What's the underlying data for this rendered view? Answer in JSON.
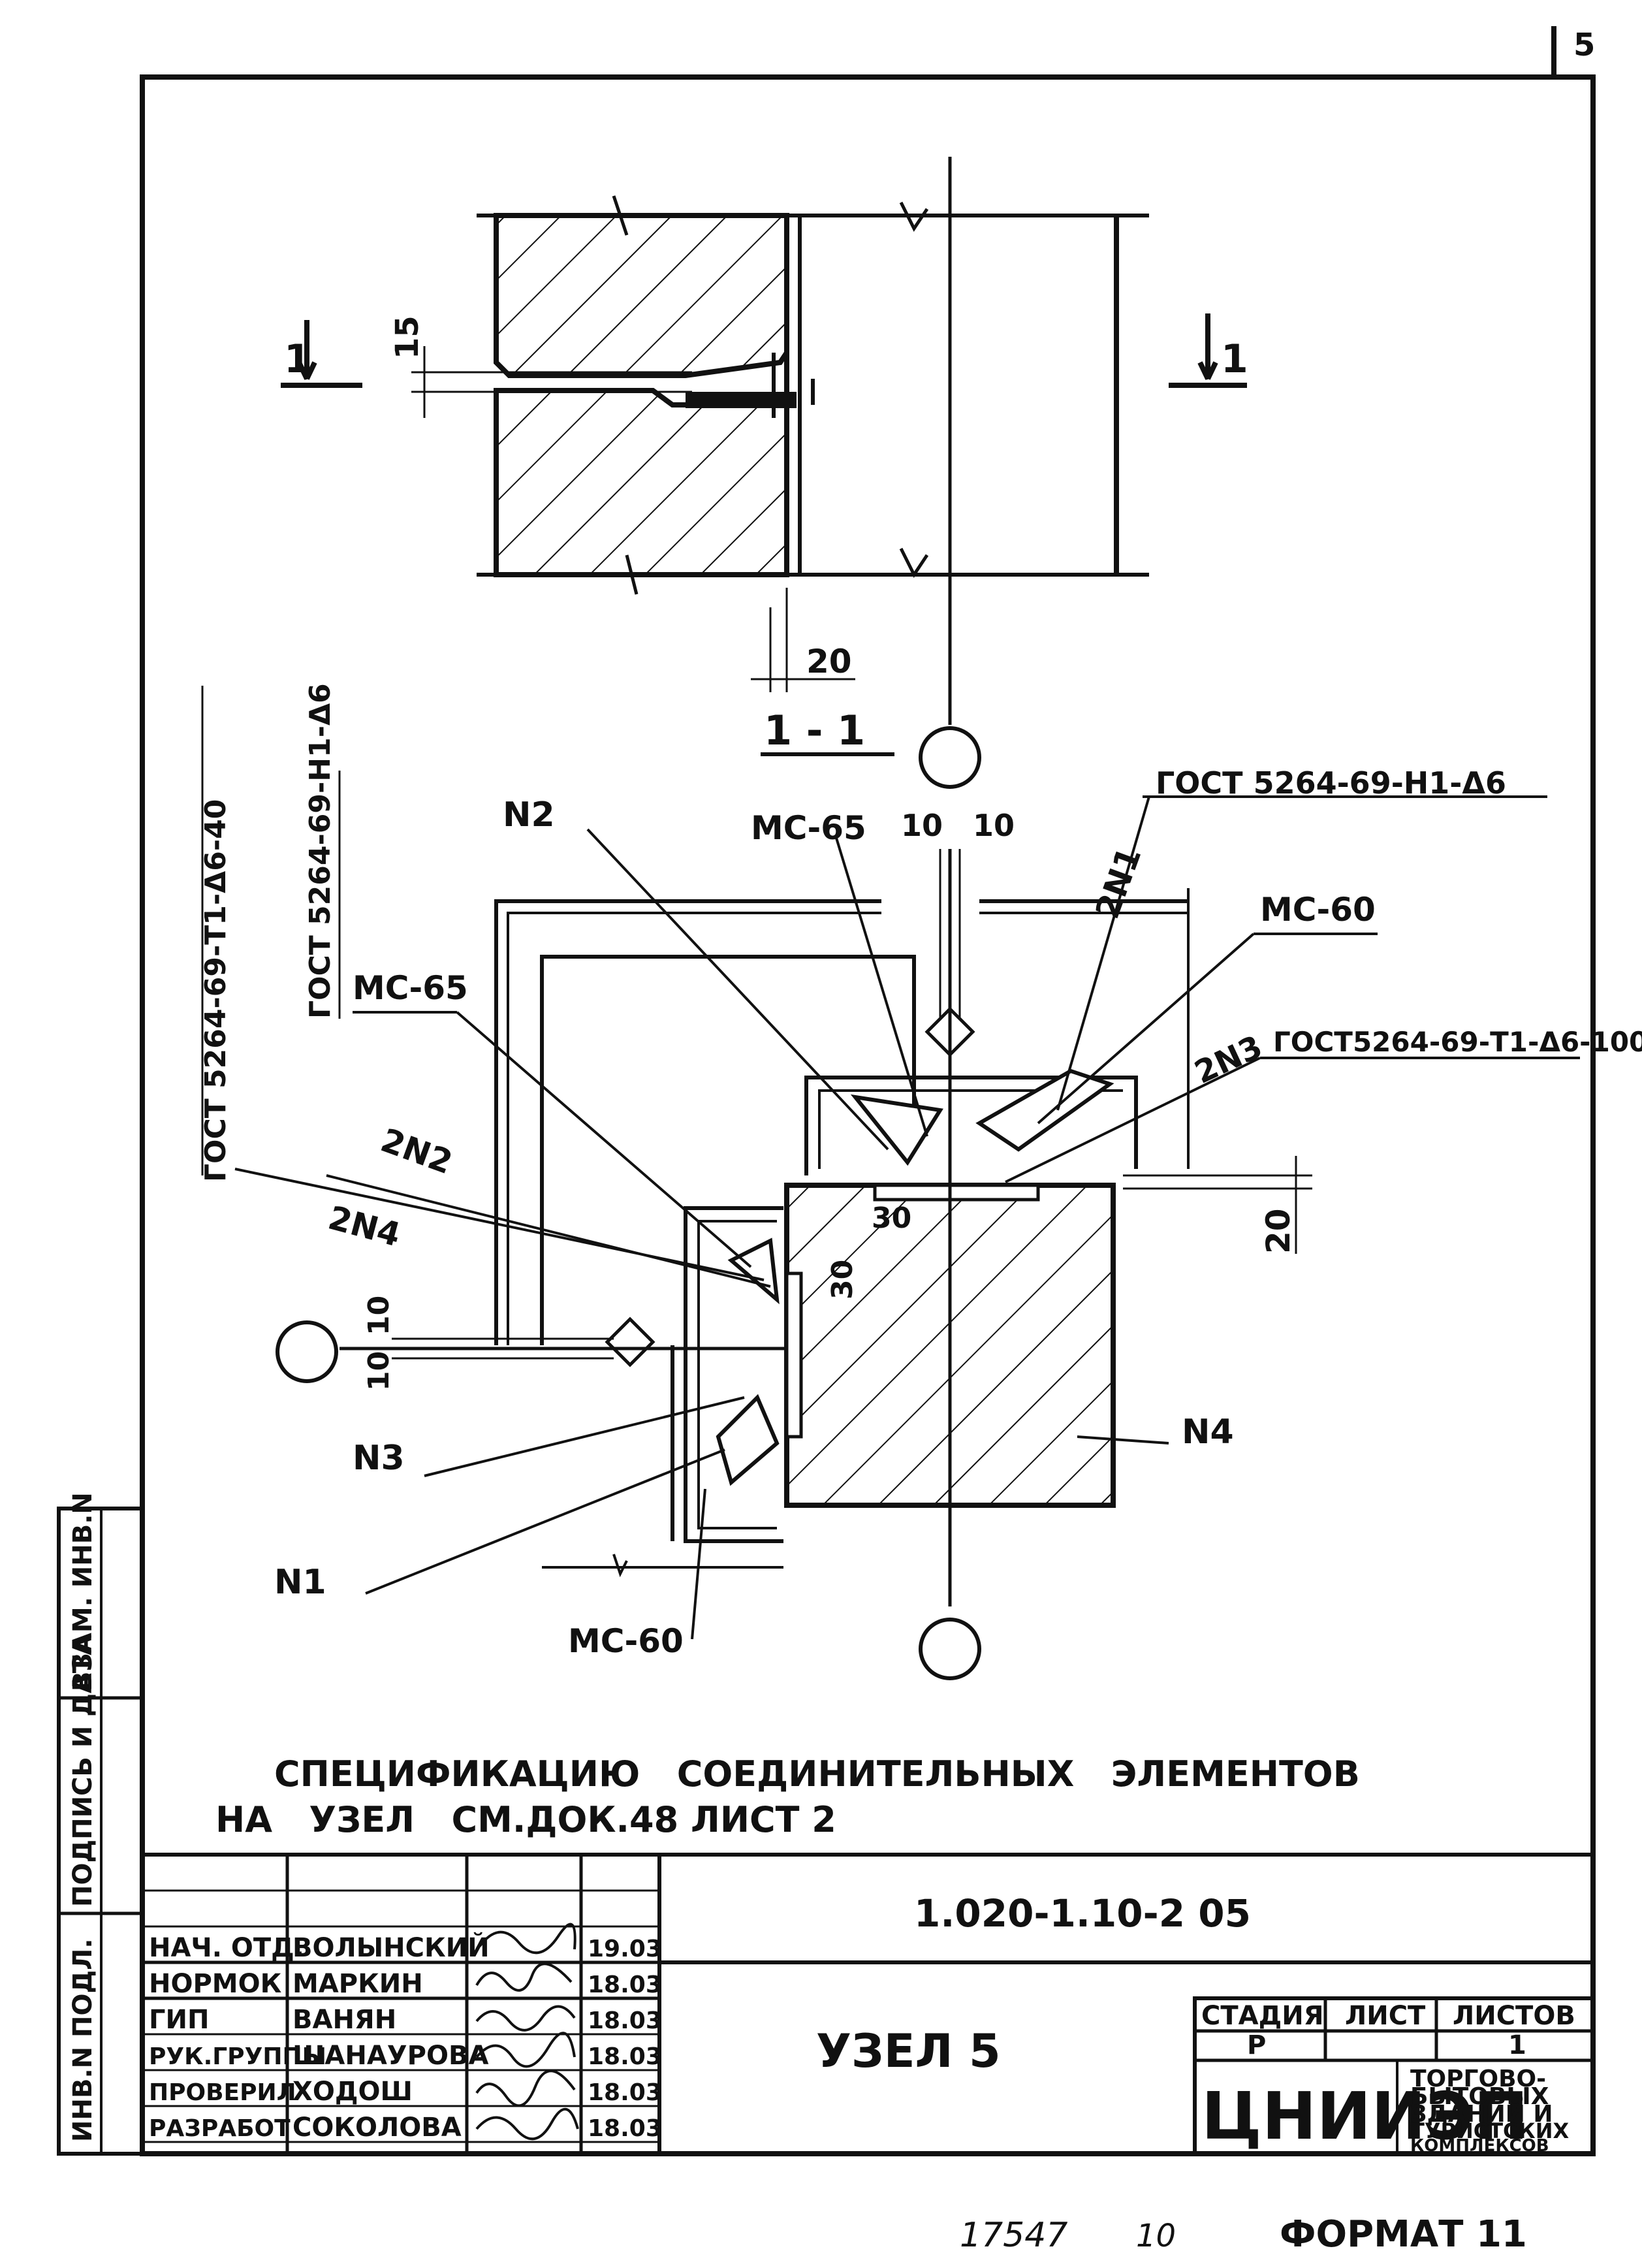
{
  "corner_mark": "5",
  "section": {
    "mark_left": "1",
    "mark_right": "1",
    "dim_gap": "15",
    "dim_offset": "20",
    "title": "1 - 1"
  },
  "plan": {
    "labels": {
      "n2": "N2",
      "mc65_top": "МС-65",
      "dim_10_a": "10",
      "dim_10_b": "10",
      "gost_top": "ГОСТ 5264-69-Н1-Δ6",
      "two_n1": "2N1",
      "mc60_top": "МС-60",
      "two_n3": "2N3",
      "gost_right": "ГОСТ5264-69-Т1-Δ6-100",
      "gost_left_1": "ГОСТ 5264-69-Т1-Δ6-40",
      "gost_left_2": "ГОСТ 5264-69-Н1-Δ6",
      "mc65_left": "МС-65",
      "two_n2": "2N2",
      "two_n4": "2N4",
      "dim_30_a": "30",
      "dim_30_b": "30",
      "dim_20": "20",
      "dim_10_c": "10",
      "dim_10_d": "10",
      "n3": "N3",
      "n4": "N4",
      "n1": "N1",
      "mc60_bottom": "МС-60"
    }
  },
  "note": {
    "line1": "СПЕЦИФИКАЦИЮ   СОЕДИНИТЕЛЬНЫХ   ЭЛЕМЕНТОВ",
    "line2": "НА   УЗЕЛ   СМ.ДОК.48 ЛИСТ 2"
  },
  "side_strip": {
    "cell1": "ИНВ.N ПОДЛ.",
    "cell2": "ПОДПИСЬ И ДАТА",
    "cell3": "ВЗАМ. ИНВ.N"
  },
  "title_block": {
    "doc_code": "1.020-1.10-2 05",
    "title": "УЗЕЛ 5",
    "stage_header": "СТАДИЯ",
    "sheet_header": "ЛИСТ",
    "sheets_header": "ЛИСТОВ",
    "stage": "Р",
    "sheet": "",
    "sheets": "1",
    "org_logo": "ЦНИИЭП",
    "org_lines": [
      "ТОРГОВО-",
      "БЫТОВЫХ",
      "ЗДАНИЙ И",
      "ТУРИСТСКИХ",
      "КОМПЛЕКСОВ"
    ],
    "staff": [
      {
        "role": "НАЧ. ОТД.",
        "name": "ВОЛЫНСКИЙ",
        "date": "19.03"
      },
      {
        "role": "НОРМОК",
        "name": "МАРКИН",
        "date": "18.03"
      },
      {
        "role": "ГИП",
        "name": "ВАНЯН",
        "date": "18.03"
      },
      {
        "role": "РУК.ГРУППЫ",
        "name": "ШАНАУРОВА",
        "date": "18.03"
      },
      {
        "role": "ПРОВЕРИЛ",
        "name": "ХОДОШ",
        "date": "18.03"
      },
      {
        "role": "РАЗРАБОТ",
        "name": "СОКОЛОВА",
        "date": "18.03"
      }
    ]
  },
  "footer": {
    "number": "17547",
    "sub": "10",
    "format_label": "ФОРМАТ 11"
  }
}
